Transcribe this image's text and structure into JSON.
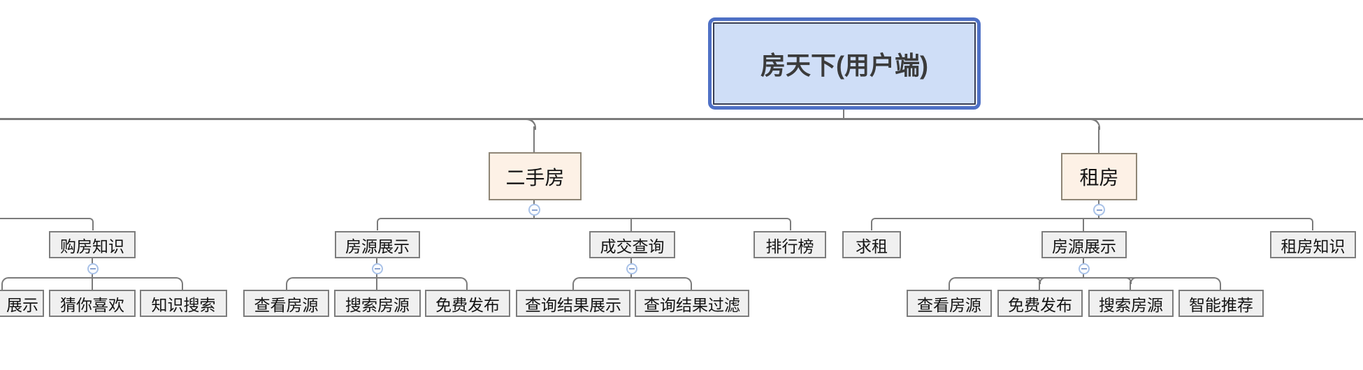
{
  "diagram": {
    "title": "房天下(用户端)",
    "colors": {
      "root_fill": "#cfdef7",
      "root_border": "#4e70c5",
      "root_inner_border": "#3a3f55",
      "branch_fill": "#fdf1e6",
      "branch_border": "#8f8676",
      "node_fill": "#f0f0f0",
      "node_border": "#7d7d7d",
      "line": "#7b7b7b",
      "collapse_ring": "#a9c2e8",
      "collapse_dash": "#8aa3d1"
    },
    "nodes": [
      {
        "label": "房天下(用户端)"
      },
      {
        "label": "二手房"
      },
      {
        "label": "租房"
      },
      {
        "label": "购房知识"
      },
      {
        "label": "房源展示"
      },
      {
        "label": "成交查询"
      },
      {
        "label": "排行榜"
      },
      {
        "label": "求租"
      },
      {
        "label": "房源展示"
      },
      {
        "label": "租房知识"
      },
      {
        "label": "展示"
      },
      {
        "label": "猜你喜欢"
      },
      {
        "label": "知识搜索"
      },
      {
        "label": "查看房源"
      },
      {
        "label": "搜索房源"
      },
      {
        "label": "免费发布"
      },
      {
        "label": "查询结果展示"
      },
      {
        "label": "查询结果过滤"
      },
      {
        "label": "查看房源"
      },
      {
        "label": "免费发布"
      },
      {
        "label": "搜索房源"
      },
      {
        "label": "智能推荐"
      }
    ]
  }
}
